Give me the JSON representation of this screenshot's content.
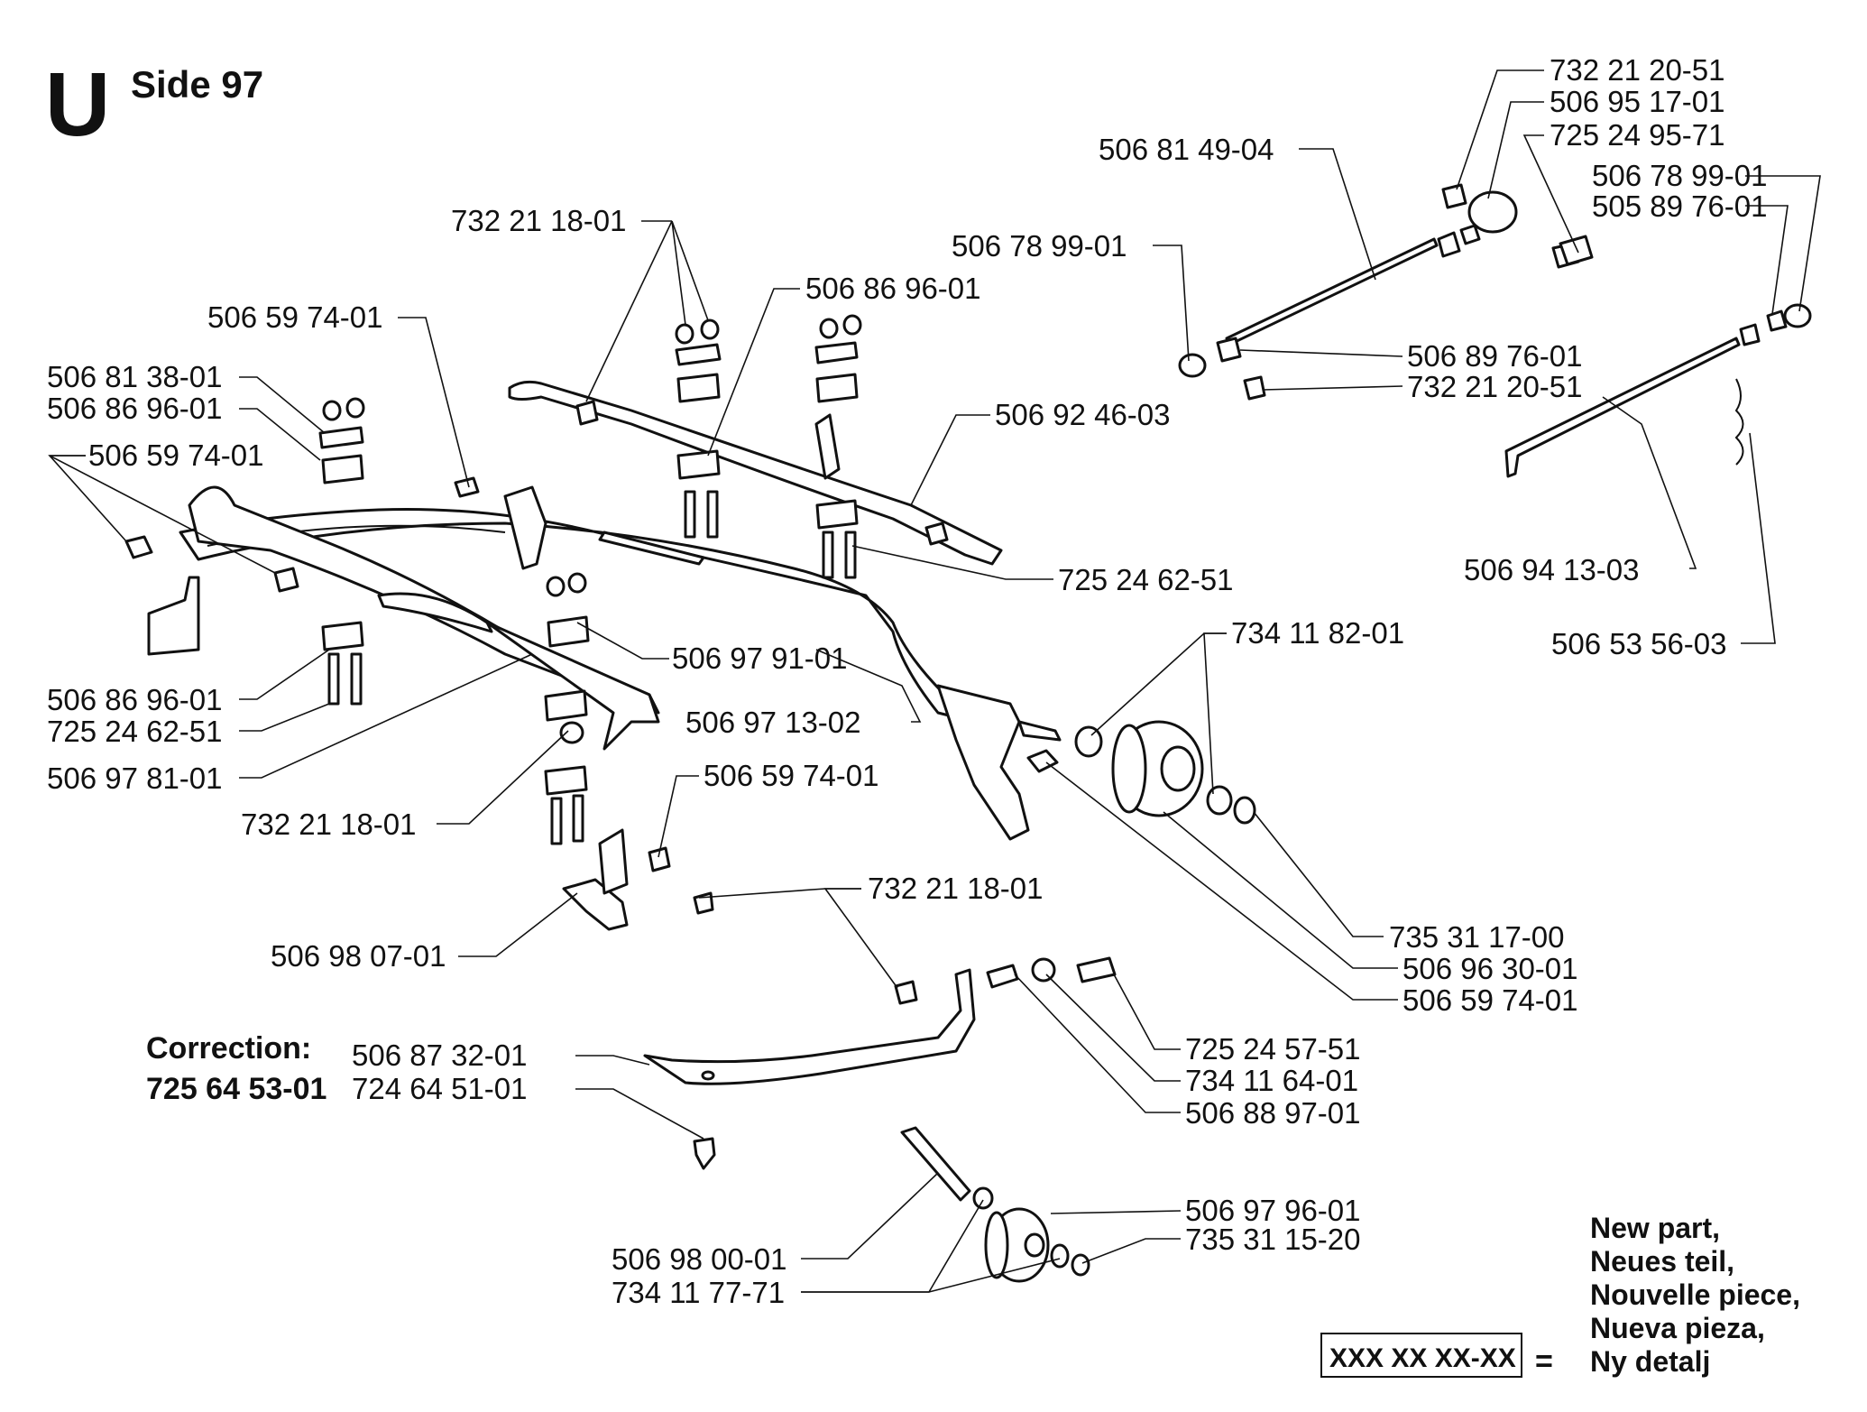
{
  "header": {
    "section_letter": "U",
    "page": "Side 97"
  },
  "labels": [
    {
      "id": "l1",
      "text": "732 21 20-51"
    },
    {
      "id": "l2",
      "text": "506 95 17-01"
    },
    {
      "id": "l3",
      "text": "725 24 95-71"
    },
    {
      "id": "l4",
      "text": "506 81 49-04"
    },
    {
      "id": "l5",
      "text": "506 78 99-01"
    },
    {
      "id": "l6",
      "text": "505 89 76-01"
    },
    {
      "id": "l7",
      "text": "732 21 18-01"
    },
    {
      "id": "l8",
      "text": "506 78 99-01"
    },
    {
      "id": "l9",
      "text": "506 86 96-01"
    },
    {
      "id": "l10",
      "text": "506 59 74-01"
    },
    {
      "id": "l11",
      "text": "506 89 76-01"
    },
    {
      "id": "l12",
      "text": "732 21 20-51"
    },
    {
      "id": "l13",
      "text": "506 81 38-01"
    },
    {
      "id": "l14",
      "text": "506 86 96-01"
    },
    {
      "id": "l15",
      "text": "506 92 46-03"
    },
    {
      "id": "l16",
      "text": "506 59 74-01"
    },
    {
      "id": "l17",
      "text": "725 24 62-51"
    },
    {
      "id": "l18",
      "text": "506 94 13-03"
    },
    {
      "id": "l19",
      "text": "734 11 82-01"
    },
    {
      "id": "l20",
      "text": "506 53 56-03"
    },
    {
      "id": "l21",
      "text": "506 97 91-01"
    },
    {
      "id": "l22",
      "text": "506 86 96-01"
    },
    {
      "id": "l23",
      "text": "506 97 13-02"
    },
    {
      "id": "l24",
      "text": "725 24 62-51"
    },
    {
      "id": "l25",
      "text": "506 59 74-01"
    },
    {
      "id": "l26",
      "text": "506 97 81-01"
    },
    {
      "id": "l27",
      "text": "732 21 18-01"
    },
    {
      "id": "l28",
      "text": "732 21 18-01"
    },
    {
      "id": "l29",
      "text": "735 31 17-00"
    },
    {
      "id": "l30",
      "text": "506 98 07-01"
    },
    {
      "id": "l31",
      "text": "506 96 30-01"
    },
    {
      "id": "l32",
      "text": "506 59 74-01"
    },
    {
      "id": "l33",
      "text": "506 87 32-01"
    },
    {
      "id": "l34",
      "text": "725 24 57-51"
    },
    {
      "id": "l35",
      "text": "724 64 51-01"
    },
    {
      "id": "l36",
      "text": "734 11 64-01"
    },
    {
      "id": "l37",
      "text": "506 88 97-01"
    },
    {
      "id": "l38",
      "text": "506 97 96-01"
    },
    {
      "id": "l39",
      "text": "735 31 15-20"
    },
    {
      "id": "l40",
      "text": "506 98 00-01"
    },
    {
      "id": "l41",
      "text": "734 11 77-71"
    }
  ],
  "correction": {
    "title": "Correction:",
    "part": "725 64 53-01"
  },
  "legend": {
    "box_text": "XXX XX XX-XX",
    "equals": "=",
    "lines": [
      "New part,",
      "Neues teil,",
      "Nouvelle piece,",
      "Nueva pieza,",
      "Ny detalj"
    ]
  }
}
